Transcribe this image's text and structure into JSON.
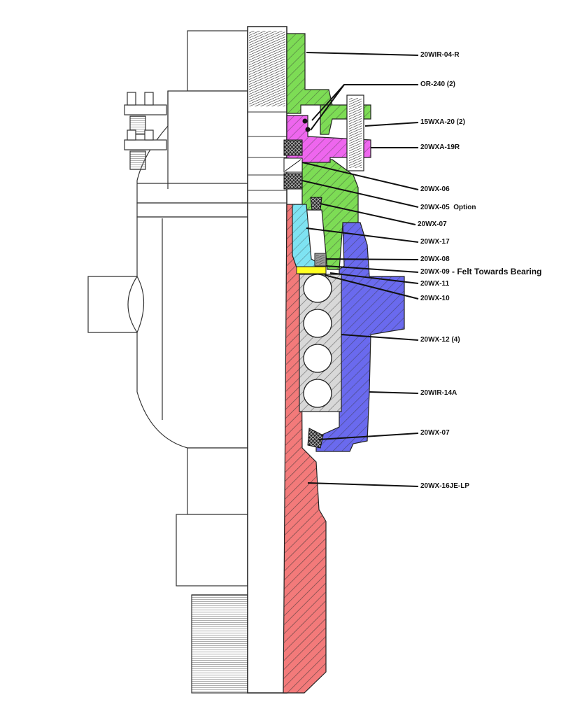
{
  "diagram": {
    "parts": [
      {
        "id": "p1",
        "label": "20WIR-04-R",
        "color": "#7ddc55"
      },
      {
        "id": "p2",
        "label": "OR-240 (2)",
        "color": "#1a1a1a"
      },
      {
        "id": "p3",
        "label": "15WXA-20 (2)",
        "color": "#444444"
      },
      {
        "id": "p4",
        "label": "20WXA-19R",
        "color": "#ee66ee"
      },
      {
        "id": "p5",
        "label": "20WX-06",
        "color": "#333333"
      },
      {
        "id": "p6",
        "label": "20WX-05  Option",
        "color": "#333333"
      },
      {
        "id": "p7",
        "label": "20WX-07",
        "color": "#333333"
      },
      {
        "id": "p8",
        "label": "20WX-17",
        "color": "#7ee3f2"
      },
      {
        "id": "p9",
        "label": "20WX-08",
        "color": "#666666"
      },
      {
        "id": "p10",
        "label": "20WX-09",
        "color": "#ffff22"
      },
      {
        "id": "p11",
        "label": "20WX-11",
        "color": "#333333"
      },
      {
        "id": "p12",
        "label": "20WX-10",
        "color": "#333333"
      },
      {
        "id": "p13",
        "label": "20WX-12 (4)",
        "color": "#bbbbbb"
      },
      {
        "id": "p14",
        "label": "20WIR-14A",
        "color": "#6a6aee"
      },
      {
        "id": "p15",
        "label": "20WX-07",
        "color": "#333333"
      },
      {
        "id": "p16",
        "label": "20WX-16JE-LP",
        "color": "#f37a7a"
      }
    ],
    "note": "- Felt Towards Bearing"
  }
}
